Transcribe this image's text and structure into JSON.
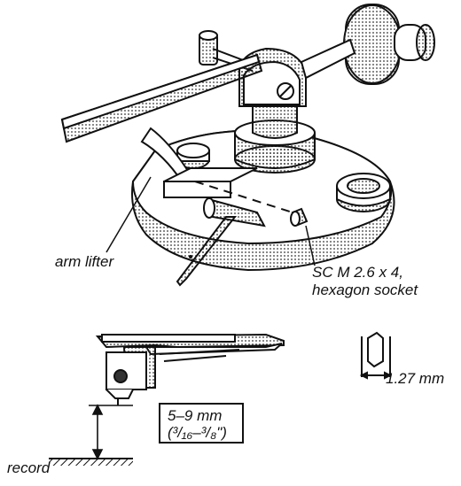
{
  "labels": {
    "arm_lifter": "arm lifter",
    "screw_line1": "SC M 2.6 x 4,",
    "screw_line2": "hexagon socket",
    "hex_width": "1.27 mm",
    "record": "record",
    "height_line1": "5–9 mm",
    "height_line2": "(³/₁₆–³/₈\")"
  },
  "colors": {
    "ink": "#111111",
    "paper": "#ffffff",
    "shade": "#555555"
  }
}
